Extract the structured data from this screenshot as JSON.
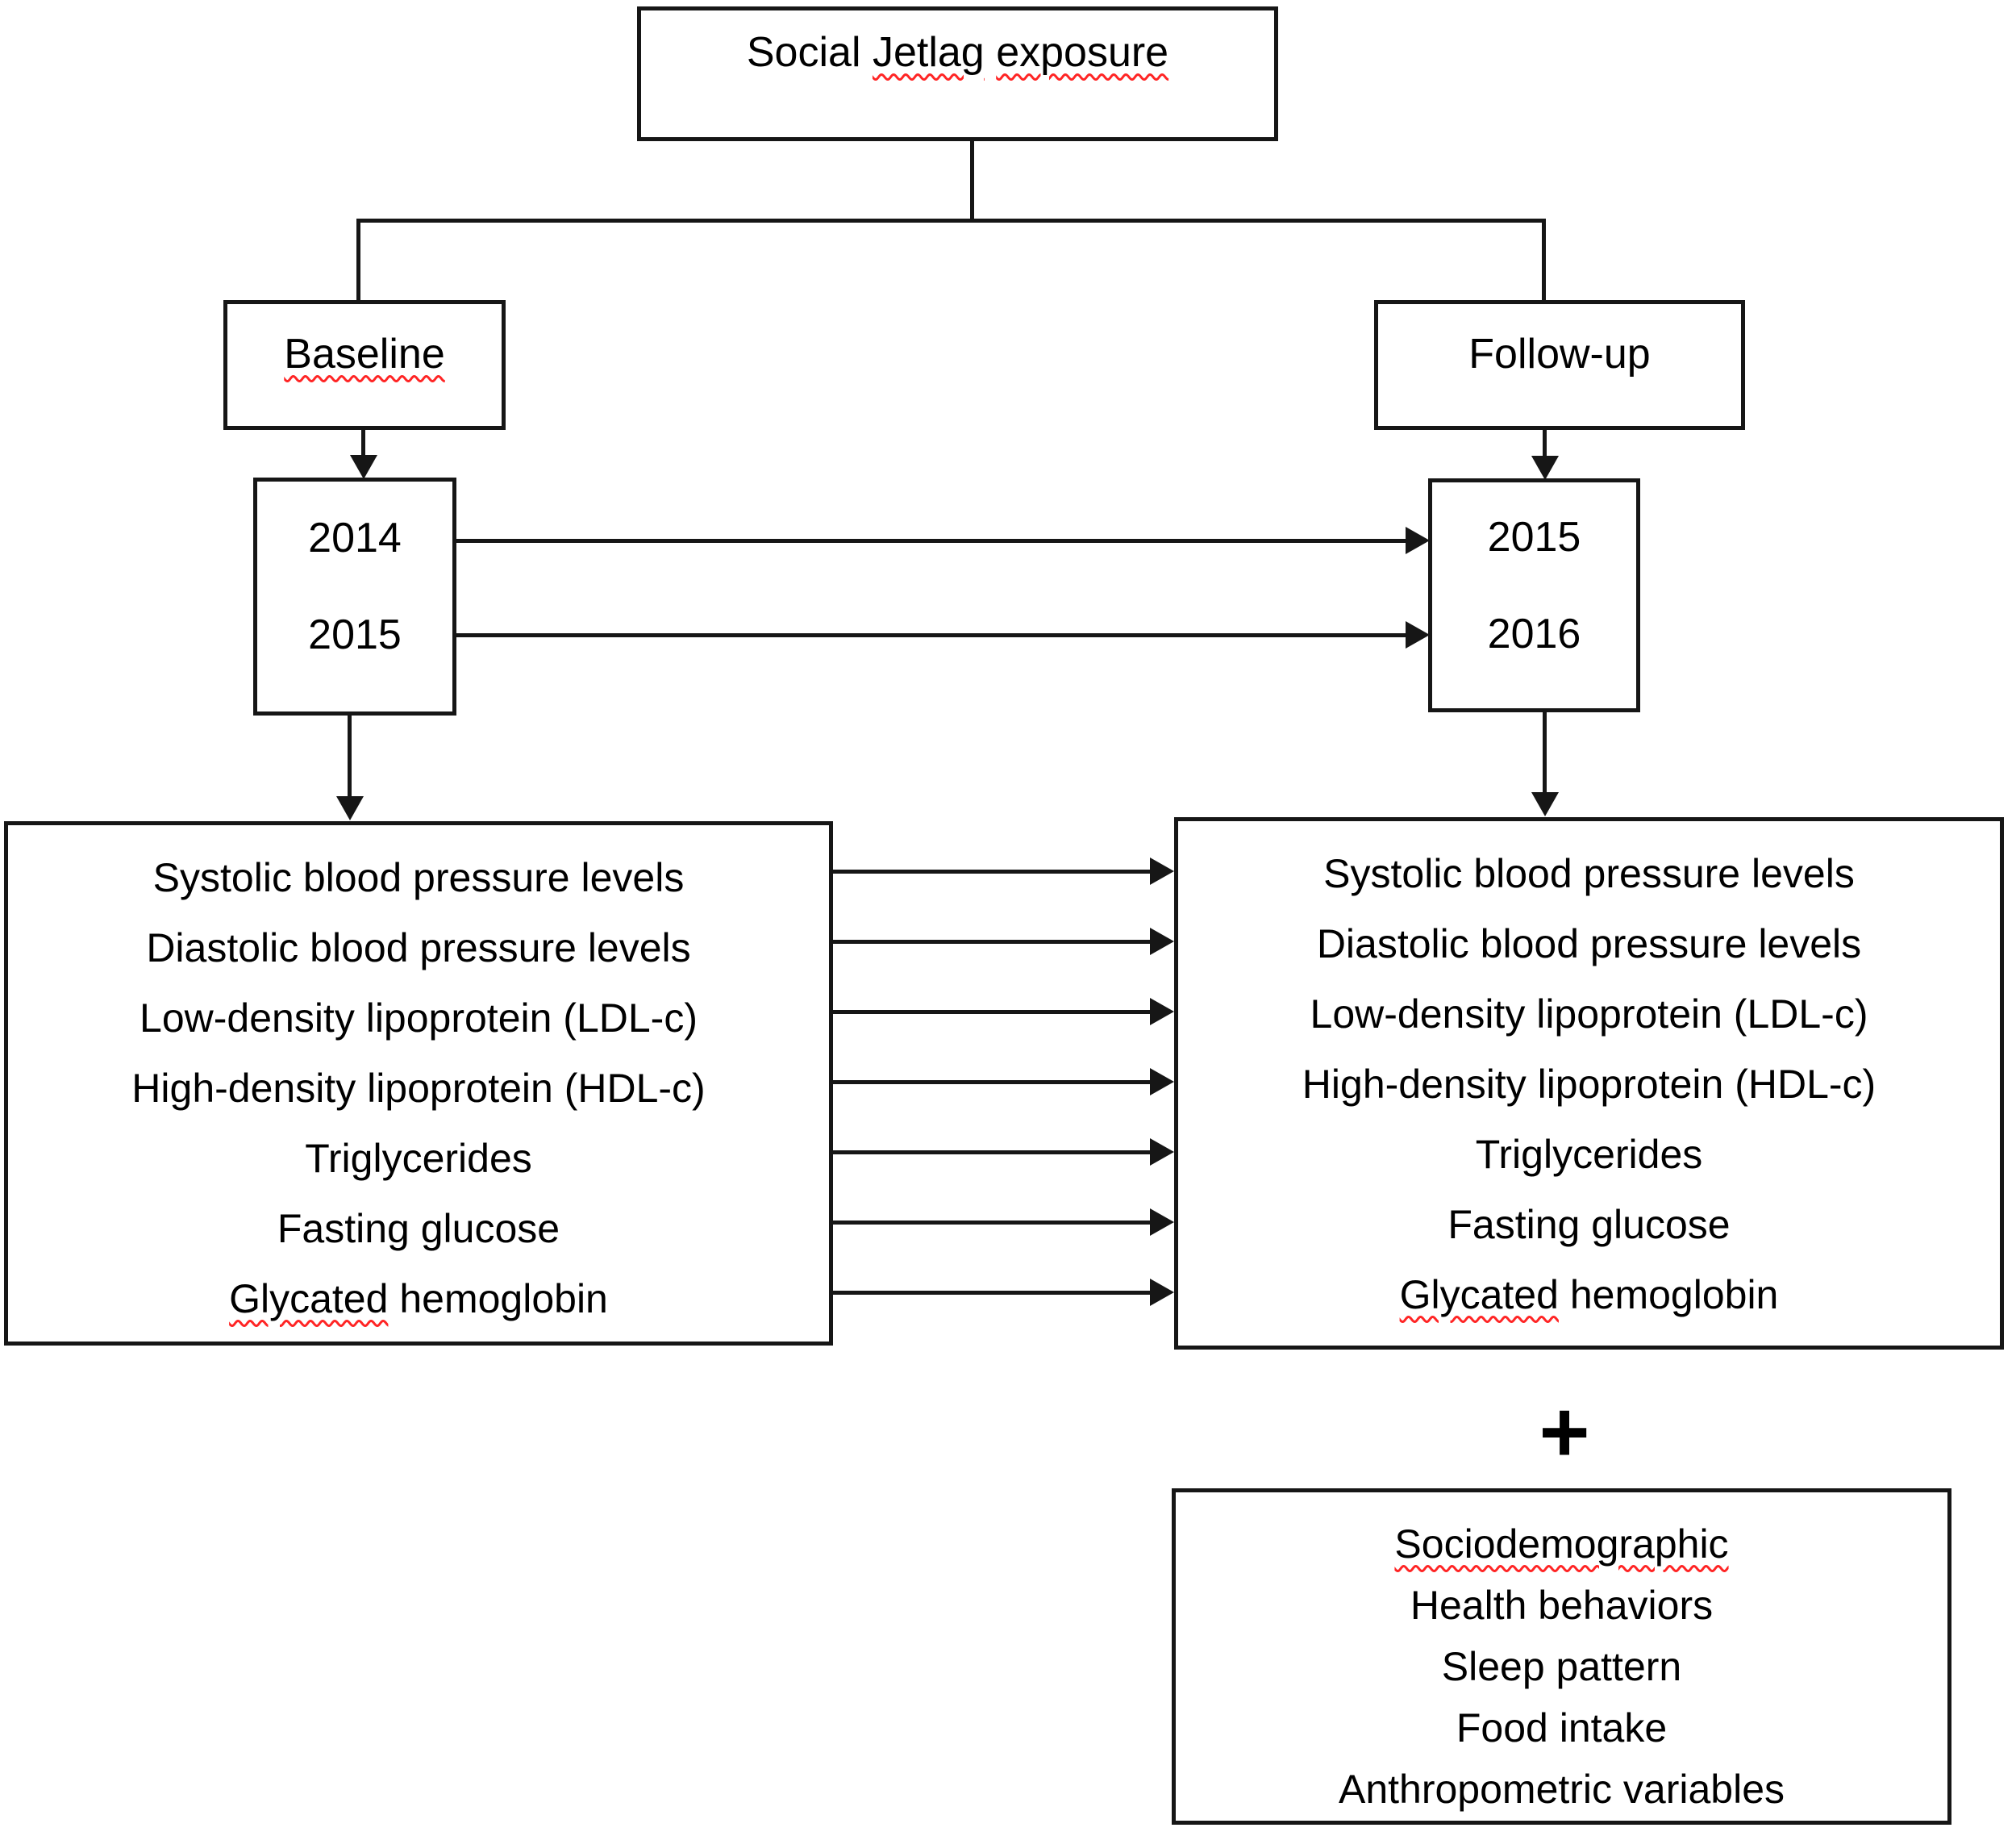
{
  "exposure_box": {
    "word_plain": "Social",
    "word_wavy1": "Jetlag",
    "word_wavy2": "exposure"
  },
  "baseline_box": {
    "label": "Baseline"
  },
  "followup_box": {
    "label": "Follow-up"
  },
  "baseline_years": [
    "2014",
    "2015"
  ],
  "followup_years": [
    "2015",
    "2016"
  ],
  "outcomes": {
    "lines": [
      "Systolic blood pressure levels",
      "Diastolic blood pressure levels",
      "Low-density lipoprotein (LDL-c)",
      "High-density lipoprotein (HDL-c)",
      "Triglycerides",
      "Fasting glucose"
    ],
    "last_line": {
      "misspelled_word": "Glycated",
      "rest": "hemoglobin"
    }
  },
  "plus": {
    "symbol": "+"
  },
  "covariates": {
    "first_line": {
      "misspelled_word": "Sociodemographic"
    },
    "lines": [
      "Health behaviors",
      "Sleep pattern",
      "Food intake",
      "Anthropometric variables"
    ]
  },
  "colors": {
    "line": "#161616",
    "spellcheck_underline": "#ff2525",
    "background": "#ffffff",
    "text": "#000000"
  }
}
